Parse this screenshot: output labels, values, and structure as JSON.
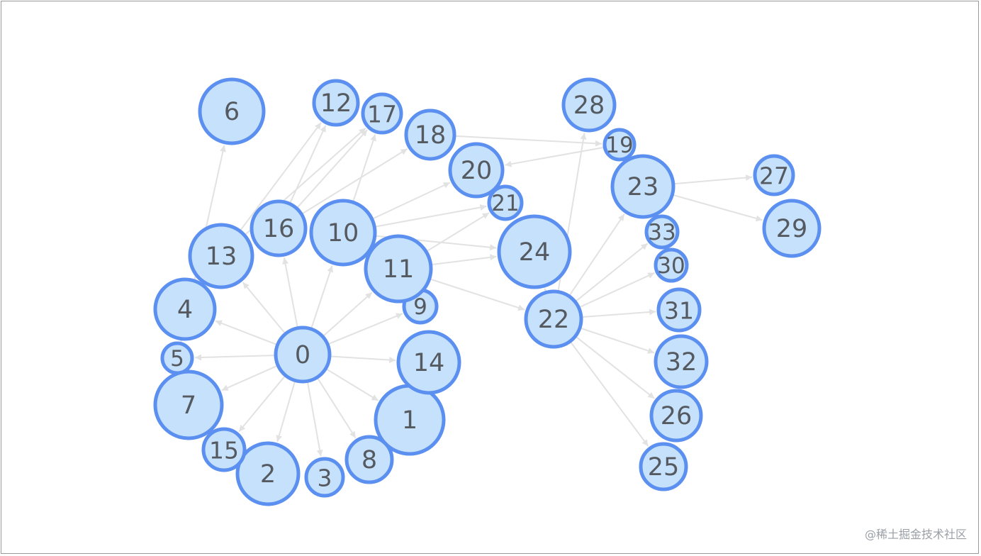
{
  "graph": {
    "nodes": [
      {
        "id": "0"
      },
      {
        "id": "1"
      },
      {
        "id": "2"
      },
      {
        "id": "3"
      },
      {
        "id": "4"
      },
      {
        "id": "5"
      },
      {
        "id": "6"
      },
      {
        "id": "7"
      },
      {
        "id": "8"
      },
      {
        "id": "9"
      },
      {
        "id": "10"
      },
      {
        "id": "11"
      },
      {
        "id": "12"
      },
      {
        "id": "13"
      },
      {
        "id": "14"
      },
      {
        "id": "15"
      },
      {
        "id": "16"
      },
      {
        "id": "17"
      },
      {
        "id": "18"
      },
      {
        "id": "19"
      },
      {
        "id": "20"
      },
      {
        "id": "21"
      },
      {
        "id": "22"
      },
      {
        "id": "23"
      },
      {
        "id": "24"
      },
      {
        "id": "25"
      },
      {
        "id": "26"
      },
      {
        "id": "27"
      },
      {
        "id": "28"
      },
      {
        "id": "29"
      },
      {
        "id": "30"
      },
      {
        "id": "31"
      },
      {
        "id": "32"
      },
      {
        "id": "33"
      }
    ],
    "edges": [
      [
        "0",
        "1"
      ],
      [
        "0",
        "2"
      ],
      [
        "0",
        "3"
      ],
      [
        "0",
        "4"
      ],
      [
        "0",
        "5"
      ],
      [
        "0",
        "7"
      ],
      [
        "0",
        "8"
      ],
      [
        "0",
        "9"
      ],
      [
        "0",
        "10"
      ],
      [
        "0",
        "11"
      ],
      [
        "0",
        "13"
      ],
      [
        "0",
        "14"
      ],
      [
        "0",
        "15"
      ],
      [
        "0",
        "16"
      ],
      [
        "5",
        "6"
      ],
      [
        "13",
        "12"
      ],
      [
        "16",
        "12"
      ],
      [
        "16",
        "17"
      ],
      [
        "13",
        "17"
      ],
      [
        "16",
        "18"
      ],
      [
        "10",
        "17"
      ],
      [
        "10",
        "20"
      ],
      [
        "10",
        "21"
      ],
      [
        "10",
        "24"
      ],
      [
        "11",
        "21"
      ],
      [
        "11",
        "24"
      ],
      [
        "11",
        "22"
      ],
      [
        "18",
        "19"
      ],
      [
        "19",
        "20"
      ],
      [
        "22",
        "28"
      ],
      [
        "22",
        "23"
      ],
      [
        "22",
        "33"
      ],
      [
        "22",
        "30"
      ],
      [
        "22",
        "31"
      ],
      [
        "22",
        "32"
      ],
      [
        "22",
        "26"
      ],
      [
        "22",
        "25"
      ],
      [
        "22",
        "24"
      ],
      [
        "23",
        "27"
      ],
      [
        "23",
        "29"
      ]
    ]
  },
  "watermark": "@稀土掘金技术社区"
}
